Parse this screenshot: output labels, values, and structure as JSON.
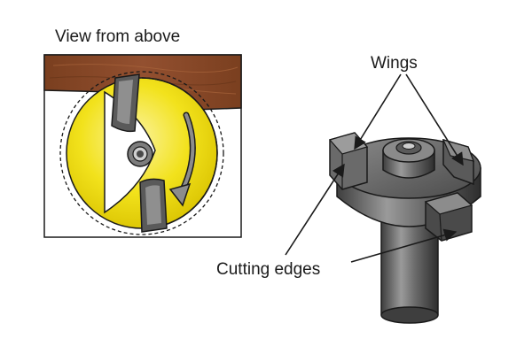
{
  "labels": {
    "view_from_above": "View from above",
    "wings": "Wings",
    "cutting_edges": "Cutting edges"
  },
  "colors": {
    "wood": "#8a4a26",
    "wood_dark": "#5e2f16",
    "wood_grain": "#a8643a",
    "cutter_yellow": "#f2e21c",
    "cutter_yellow_light": "#fbf3a0",
    "steel_light": "#b8b8b8",
    "steel_mid": "#7d7d7d",
    "steel_dark": "#3e3e3e",
    "outline": "#1a1a1a"
  },
  "icons": [
    "router-bit-top-view-illustration",
    "router-bit-3d-illustration",
    "rotation-arrow-icon"
  ]
}
